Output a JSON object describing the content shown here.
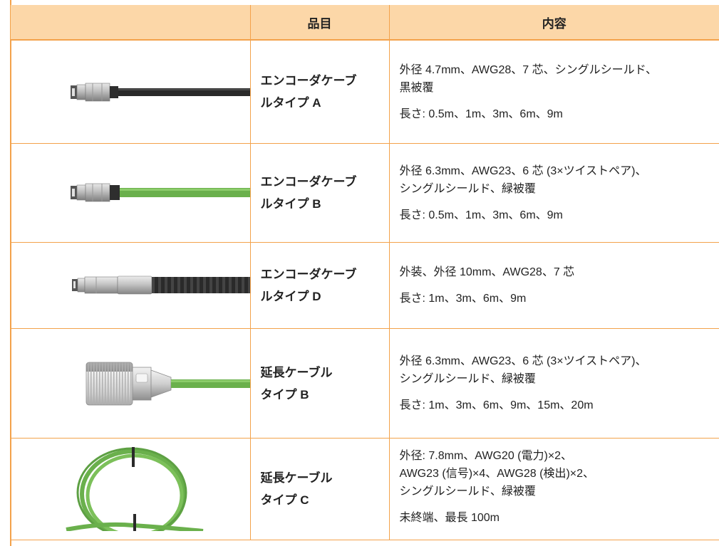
{
  "header": {
    "col_item": "品目",
    "col_content": "内容"
  },
  "colors": {
    "accent_border": "#f3a24b",
    "header_bg": "#fcd7a8",
    "green_cable": "#6ab04c",
    "black_cable": "#2a2a2a"
  },
  "rows": [
    {
      "name_line1": "エンコーダケーブ",
      "name_line2": "ルタイプ A",
      "spec_line1": "外径 4.7mm、AWG28、7 芯、シングルシールド、",
      "spec_line2": "黒被覆",
      "length": "長さ: 0.5m、1m、3m、6m、9m",
      "icon": "black-cable-connector-icon"
    },
    {
      "name_line1": "エンコーダケーブ",
      "name_line2": "ルタイプ B",
      "spec_line1": "外径 6.3mm、AWG23、6 芯 (3×ツイストペア)、",
      "spec_line2": "シングルシールド、緑被覆",
      "length": "長さ: 0.5m、1m、3m、6m、9m",
      "icon": "green-cable-connector-icon"
    },
    {
      "name_line1": "エンコーダケーブ",
      "name_line2": "ルタイプ D",
      "spec_line1": "外装、外径 10mm、AWG28、7 芯",
      "length": "長さ: 1m、3m、6m、9m",
      "icon": "armored-cable-connector-icon"
    },
    {
      "name_line1": "延長ケーブル",
      "name_line2": "タイプ B",
      "spec_line1": "外径 6.3mm、AWG23、6 芯 (3×ツイストペア)、",
      "spec_line2": "シングルシールド、緑被覆",
      "length": "長さ: 1m、3m、6m、9m、15m、20m",
      "icon": "green-extension-connector-icon"
    },
    {
      "name_line1": "延長ケーブル",
      "name_line2": "タイプ C",
      "spec_line1": "外径: 7.8mm、AWG20 (電力)×2、",
      "spec_line2": "AWG23 (信号)×4、AWG28 (検出)×2、",
      "spec_line3": "シングルシールド、緑被覆",
      "length": "未終端、最長 100m",
      "icon": "coiled-green-cable-icon"
    }
  ]
}
